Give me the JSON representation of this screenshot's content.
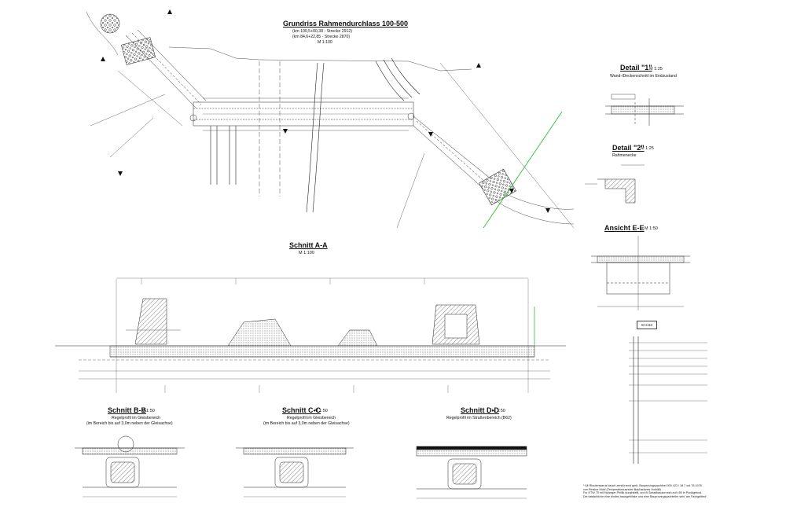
{
  "plan": {
    "title": "Grundriss Rahmendurchlass 100-500",
    "km_line1": "(km 100,5+00,38 - Strecke 2912)",
    "km_line2": "(km 84,6+22,85 - Strecke 2870)",
    "scale": "M 1:100"
  },
  "detail1": {
    "title": "Detail \"1\"",
    "scale": "M 1:25",
    "subtitle": "Wand-/Deckenschnitt im Endzustand"
  },
  "detail2": {
    "title": "Detail \"2\"",
    "scale": "M 1:25",
    "subtitle": "Rahmenecke"
  },
  "view_ee": {
    "title": "Ansicht E-E",
    "scale": "M 1:50"
  },
  "section_aa": {
    "title": "Schnitt A-A",
    "scale": "M 1:100"
  },
  "section_bb": {
    "title": "Schnitt B-B",
    "scale": "M 1:50",
    "line1": "Regelprofil im Gleisbereich",
    "line2": "(im Bereich bis auf 3,0m neben der Gleisachse)"
  },
  "section_cc": {
    "title": "Schnitt C-C",
    "scale": "M 1:50",
    "line1": "Regelprofil im Gleisbereich",
    "line2": "(im Bereich bis auf 3,0m neben der Gleisachse)"
  },
  "section_dd": {
    "title": "Schnitt D-D",
    "scale": "M 1:50",
    "line1": "Regelprofil im Straßenbereich (B62)"
  },
  "stamp": "M 3.53",
  "notes": [
    "* Alt Rhodenwarus bauch zerstörrend gmb. Bauprovingspachtvel 000 423 / 18.7 out 78.1978",
    "von Rinskor Mold (Temperaturausnuter Bauhankreis Vorbild)",
    "Fur ETW 75 mit Holseger Phillik durgestellt, und M Detailbauaurnesh auf ±50 in Punktgekod.",
    "Die tatsächliche eine bindes bausgehlieke und eine Bauprovingspachteiler sein 'am Fachgelbed'"
  ],
  "colors": {
    "ink": "#222222",
    "track": "#2fbf2f"
  }
}
